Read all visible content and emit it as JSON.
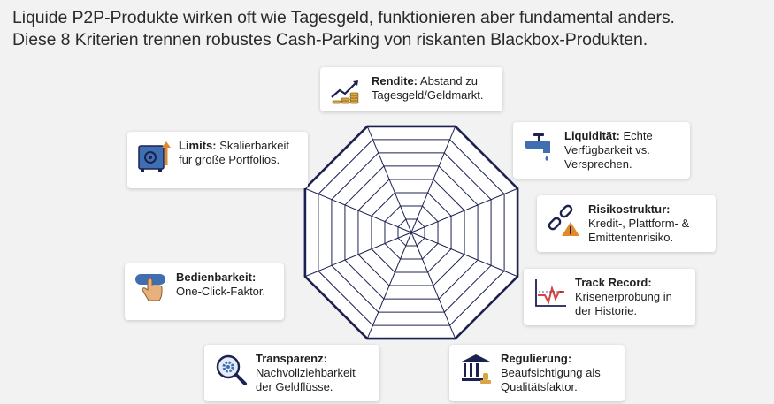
{
  "header": {
    "line1": "Liquide P2P-Produkte wirken oft wie Tagesgeld, funktionieren aber fundamental anders.",
    "line2": "Diese 8 Kriterien trennen robustes Cash-Parking von riskanten Blackbox-Produkten."
  },
  "criteria": {
    "rendite": {
      "title": "Rendite:",
      "desc": "Abstand zu Tagesgeld/Geldmarkt.",
      "icon": "growth-coins-icon"
    },
    "liquiditaet": {
      "title": "Liquidität:",
      "desc": "Echte Verfügbarkeit vs. Versprechen.",
      "icon": "faucet-icon"
    },
    "risikostruktur": {
      "title": "Risikostruktur:",
      "desc": "Kredit-, Plattform- & Emittentenrisiko.",
      "icon": "broken-chain-warning-icon"
    },
    "track_record": {
      "title": "Track Record:",
      "desc": "Krisenerprobung in der Historie.",
      "icon": "line-chart-dip-icon"
    },
    "regulierung": {
      "title": "Regulierung:",
      "desc": "Beaufsichtigung als Qualitätsfaktor.",
      "icon": "bank-stamp-icon"
    },
    "transparenz": {
      "title": "Transparenz:",
      "desc": "Nachvollziehbarkeit der Geldflüsse.",
      "icon": "gear-magnifier-icon"
    },
    "bedienbarkeit": {
      "title": "Bedienbarkeit:",
      "desc": "One-Click-Faktor.",
      "icon": "finger-press-button-icon"
    },
    "limits": {
      "title": "Limits:",
      "desc": "Skalierbarkeit für große Portfolios.",
      "icon": "safe-arrow-icon"
    }
  },
  "radar": {
    "axes": 8,
    "rings": 8,
    "color": "#1c2150"
  },
  "colors": {
    "navy": "#1c2150",
    "blue": "#3f6fb0",
    "gold": "#d9a441",
    "orange": "#e08a2a",
    "red": "#d64541"
  }
}
